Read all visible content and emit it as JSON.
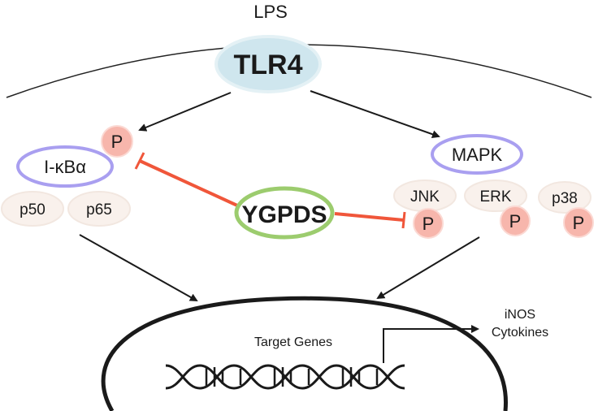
{
  "ligand": {
    "label": "LPS"
  },
  "receptor": {
    "label": "TLR4"
  },
  "nfkb_pathway": {
    "inhibitor": "I-κBα",
    "phospho": "P",
    "subunits": [
      "p50",
      "p65"
    ]
  },
  "mapk_pathway": {
    "label": "MAPK",
    "kinases": [
      {
        "label": "JNK",
        "phospho": "P"
      },
      {
        "label": "ERK",
        "phospho": "P"
      },
      {
        "label": "p38",
        "phospho": "P"
      }
    ]
  },
  "compound": {
    "label": "YGPDS"
  },
  "nucleus": {
    "label": "Target Genes"
  },
  "outputs": {
    "line1": "iNOS",
    "line2": "Cytokines"
  },
  "colors": {
    "receptor_fill": "#cfe6ee",
    "node_border": "#a99ff0",
    "compound_border": "#9ccc6e",
    "inhibit_line": "#f0563a",
    "phospho_fill": "#f7b6ac",
    "subunit_fill": "#f9f1ec"
  }
}
